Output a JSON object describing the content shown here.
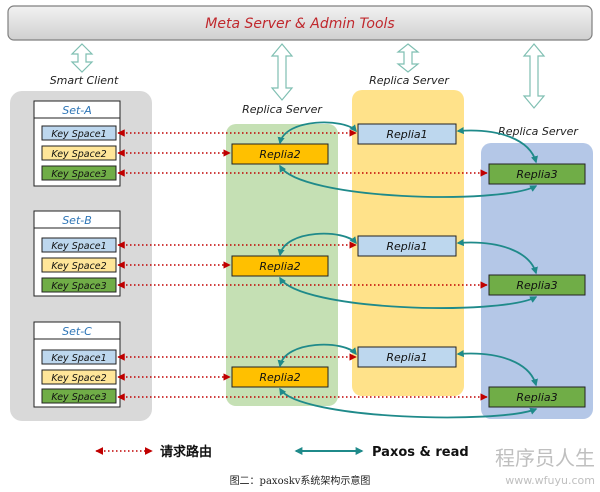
{
  "header": {
    "title": "Meta Server & Admin Tools",
    "title_color": "#c0282d"
  },
  "labels": {
    "smart_client": "Smart Client",
    "replica_server_left": "Replica Server",
    "replica_server_middle": "Replica Server",
    "replica_server_right": "Replica Server"
  },
  "sets": [
    {
      "name": "Set-A",
      "key_spaces": [
        "Key Space1",
        "Key Space2",
        "Key Space3"
      ]
    },
    {
      "name": "Set-B",
      "key_spaces": [
        "Key Space1",
        "Key Space2",
        "Key Space3"
      ]
    },
    {
      "name": "Set-C",
      "key_spaces": [
        "Key Space1",
        "Key Space2",
        "Key Space3"
      ]
    }
  ],
  "replicas": {
    "replia1": "Replia1",
    "replica2": "Replia2",
    "replica3": "Replia3"
  },
  "legend": {
    "routing_label": "请求路由",
    "paxos_label": "Paxos & read"
  },
  "watermark": {
    "line1": "程序员人生",
    "line2": "www.wfuyu.com"
  },
  "caption": "图二：paxoskv系统架构示意图",
  "colors": {
    "key_space1": "#bdd7ee",
    "key_space2": "#ffe699",
    "key_space3": "#70ad47",
    "replica2": "#ffc000",
    "replica3": "#70ad47",
    "routing_arrow": "#c00000",
    "paxos_arrow": "#1f8a8a"
  }
}
